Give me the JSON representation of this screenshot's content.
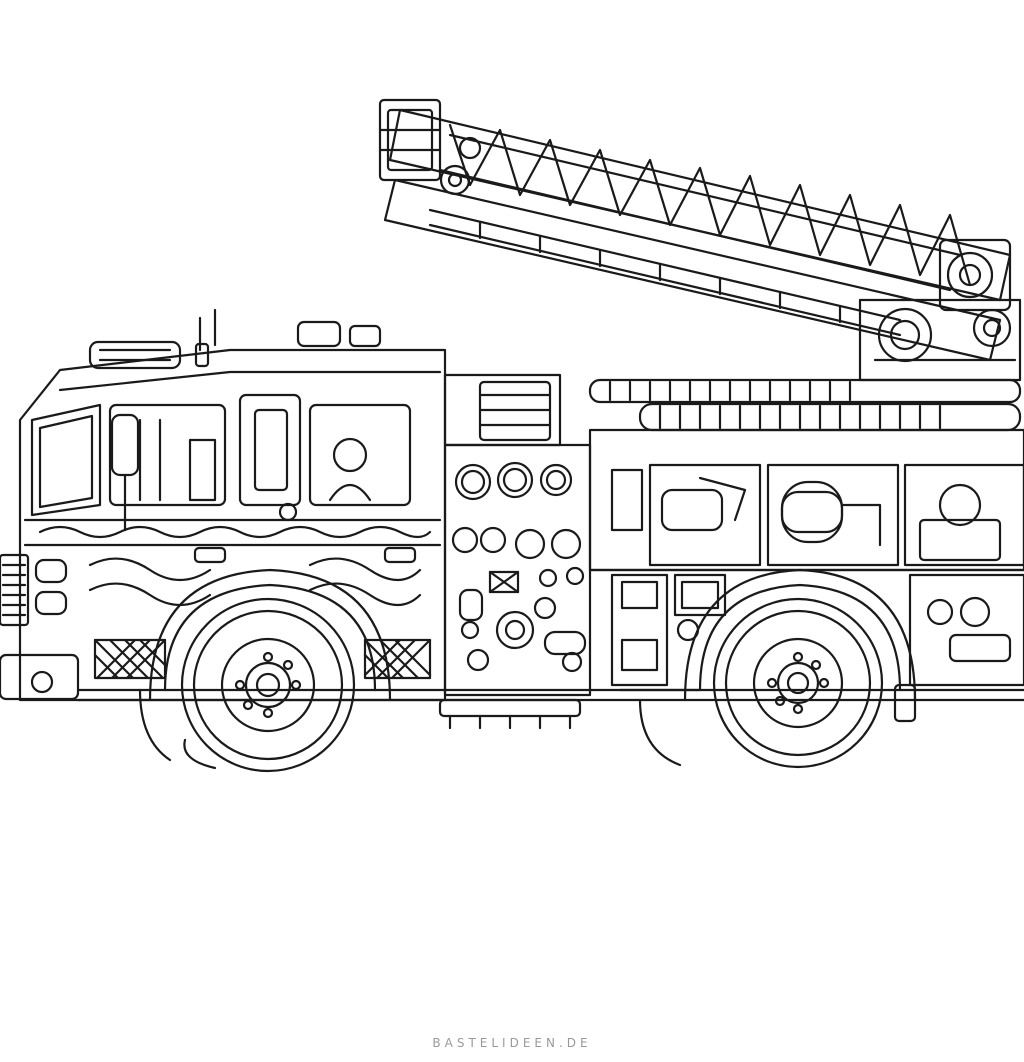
{
  "illustration": {
    "subject": "fire-truck",
    "style": "line-art",
    "colors": {
      "background": "#ffffff",
      "line": "#1a1a1a",
      "watermark": "#9a9a9a"
    }
  },
  "watermark": {
    "text": "BASTELIDEEN.DE"
  }
}
